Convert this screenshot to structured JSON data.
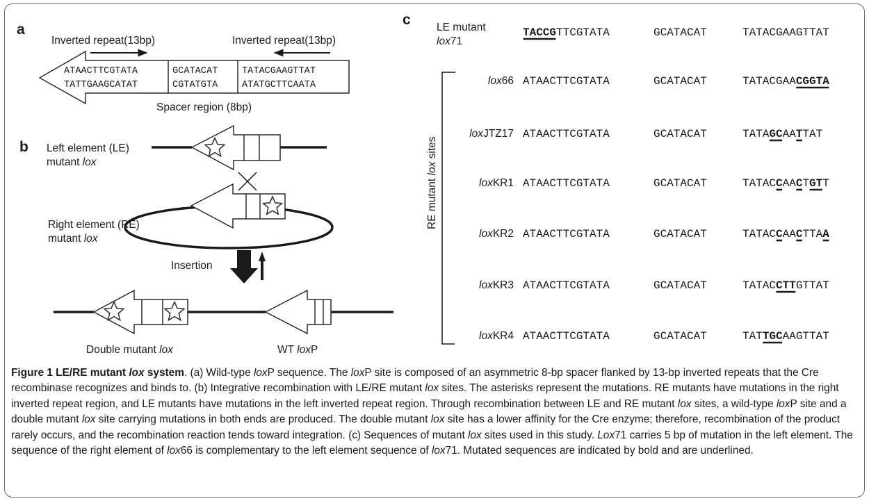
{
  "panel_a": {
    "label": "a",
    "ir_left": "Inverted repeat(13bp)",
    "ir_right": "Inverted repeat(13bp)",
    "top_seq": [
      "ATAACTTCGTATA",
      "GCATACAT",
      "TATACGAAGTTAT"
    ],
    "bottom_seq": [
      "TATTGAAGCATAT",
      "CGTATGTA",
      "ATATGCTTCAATA"
    ],
    "spacer_label": "Spacer region (8bp)"
  },
  "panel_b": {
    "label": "b",
    "le_line1": "Left element (LE)",
    "le_line2_pre": "mutant ",
    "le_line2_it": "lox",
    "re_line1": "Right element (RE)",
    "re_line2_pre": "mutant ",
    "re_line2_it": "lox",
    "insertion": "Insertion",
    "double_pre": "Double mutant ",
    "double_it": "lox",
    "wt_pre": "WT ",
    "wt_it": "lox",
    "wt_post": "P"
  },
  "panel_c": {
    "label": "c",
    "side_label_pre": "RE mutant ",
    "side_label_it": "lox",
    "side_label_post": " sites",
    "le_name_line1": "LE mutant",
    "le_name_it": "lox",
    "le_name_post": "71",
    "le_seq": [
      {
        "t": "TACCG",
        "m": true
      },
      {
        "t": "TTCGTATA",
        "m": false
      }
    ],
    "le_spacer": "GCATACAT",
    "le_right": "TATACGAAGTTAT",
    "left_arm": "ATAACTTCGTATA",
    "spacer": "GCATACAT",
    "rows": [
      {
        "name_it": "lox",
        "name_post": "66",
        "right": [
          {
            "t": "TATACGAA",
            "m": false
          },
          {
            "t": "CGGTA",
            "m": true
          }
        ]
      },
      {
        "name_it": "lox",
        "name_post": "JTZ17",
        "right": [
          {
            "t": "TATA",
            "m": false
          },
          {
            "t": "GC",
            "m": true
          },
          {
            "t": "AA",
            "m": false
          },
          {
            "t": "T",
            "m": true
          },
          {
            "t": "TAT",
            "m": false
          }
        ]
      },
      {
        "name_it": "lox",
        "name_post": "KR1",
        "right": [
          {
            "t": "TATAC",
            "m": false
          },
          {
            "t": "C",
            "m": true
          },
          {
            "t": "AA",
            "m": false
          },
          {
            "t": "C",
            "m": true
          },
          {
            "t": "T",
            "m": false
          },
          {
            "t": "GT",
            "m": true
          },
          {
            "t": "T",
            "m": false
          }
        ]
      },
      {
        "name_it": "lox",
        "name_post": "KR2",
        "right": [
          {
            "t": "TATAC",
            "m": false
          },
          {
            "t": "C",
            "m": true
          },
          {
            "t": "AA",
            "m": false
          },
          {
            "t": "C",
            "m": true
          },
          {
            "t": "TTA",
            "m": false
          },
          {
            "t": "A",
            "m": true
          }
        ]
      },
      {
        "name_it": "lox",
        "name_post": "KR3",
        "right": [
          {
            "t": "TATAC",
            "m": false
          },
          {
            "t": "CTT",
            "m": true
          },
          {
            "t": "GTTAT",
            "m": false
          }
        ]
      },
      {
        "name_it": "lox",
        "name_post": "KR4",
        "right": [
          {
            "t": "TAT",
            "m": false
          },
          {
            "t": "TGC",
            "m": true
          },
          {
            "t": "AAGTTAT",
            "m": false
          }
        ]
      }
    ]
  },
  "caption": [
    {
      "t": "Figure 1 LE/RE mutant ",
      "s": "b"
    },
    {
      "t": "lox",
      "s": "bi"
    },
    {
      "t": " system",
      "s": "b"
    },
    {
      "t": ". (a) Wild-type "
    },
    {
      "t": "lox",
      "s": "i"
    },
    {
      "t": "P sequence. The "
    },
    {
      "t": "lox",
      "s": "i"
    },
    {
      "t": "P site is composed of an asymmetric 8-bp spacer flanked by 13-bp inverted repeats that the Cre recombinase recognizes and binds to. (b) Integrative recombination with LE/RE mutant "
    },
    {
      "t": "lox",
      "s": "i"
    },
    {
      "t": " sites. The asterisks represent the mutations. RE mutants have mutations in the right inverted repeat region, and LE mutants have mutations in the left inverted repeat region. Through recombination between LE and RE mutant "
    },
    {
      "t": "lox",
      "s": "i"
    },
    {
      "t": " sites, a wild-type "
    },
    {
      "t": "lox",
      "s": "i"
    },
    {
      "t": "P site and a double mutant "
    },
    {
      "t": "lox",
      "s": "i"
    },
    {
      "t": " site carrying mutations in both ends are produced. The double mutant "
    },
    {
      "t": "lox",
      "s": "i"
    },
    {
      "t": " site has a lower affinity for the Cre enzyme; therefore, recombination of the product rarely occurs, and the recombination reaction tends toward integration. (c) Sequences of mutant "
    },
    {
      "t": "lox",
      "s": "i"
    },
    {
      "t": " sites used in this study. "
    },
    {
      "t": "Lox",
      "s": "i"
    },
    {
      "t": "71 carries 5 bp of mutation in the left element. The sequence of the right element of "
    },
    {
      "t": "lox",
      "s": "i"
    },
    {
      "t": "66 is complementary to the left element sequence of "
    },
    {
      "t": "lox",
      "s": "i"
    },
    {
      "t": "71. Mutated sequences are indicated by bold and are underlined."
    }
  ]
}
